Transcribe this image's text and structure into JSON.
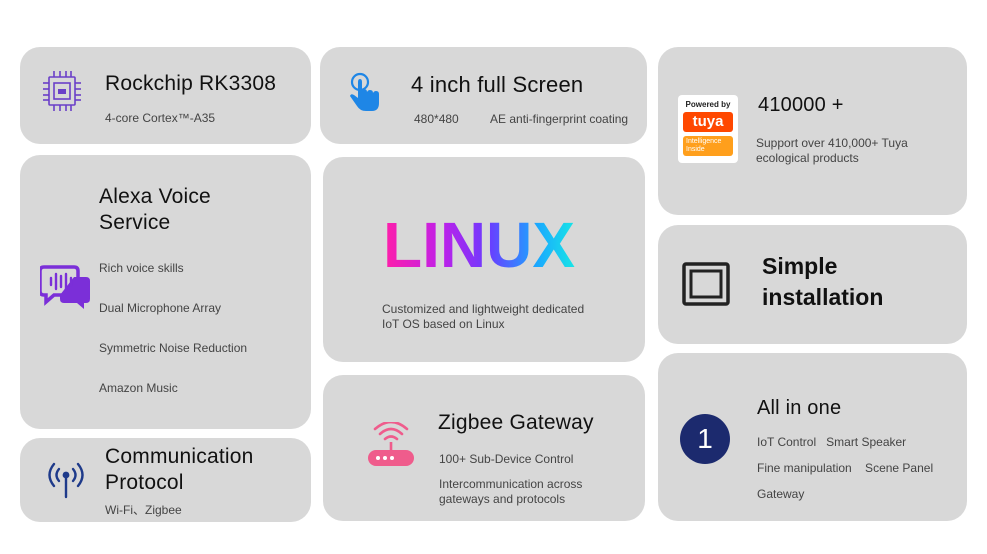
{
  "rockchip": {
    "title": "Rockchip RK3308",
    "subtitle": "4-core Cortex™-A35"
  },
  "screen": {
    "title": "4 inch full Screen",
    "resolution": "480*480",
    "coating": "AE anti-fingerprint coating"
  },
  "tuya": {
    "logo_top": "Powered by",
    "logo_brand": "tuya",
    "logo_bottom_1": "Intelligence",
    "logo_bottom_2": "Inside",
    "count": "410000 +",
    "desc_1": "Support over 410,000+ Tuya",
    "desc_2": "ecological products",
    "brand_color": "#ff4800"
  },
  "alexa": {
    "title_1": "Alexa Voice",
    "title_2": "Service",
    "features": [
      "Rich voice skills",
      "Dual Microphone Array",
      "Symmetric Noise Reduction",
      "Amazon Music"
    ],
    "icon": "voice-chat-icon",
    "icon_color": "#7b2fd8"
  },
  "linux": {
    "logo": "LINUX",
    "desc_1": "Customized and lightweight dedicated",
    "desc_2": "IoT OS based on Linux"
  },
  "install": {
    "title_1": "Simple",
    "title_2": "installation",
    "icon": "wall-panel-icon"
  },
  "comm": {
    "title_1": "Communication",
    "title_2": "Protocol",
    "protocols": "Wi-Fi、Zigbee",
    "icon": "wireless-antenna-icon",
    "icon_color": "#1e3a8a"
  },
  "zigbee": {
    "title": "Zigbee Gateway",
    "line_1": "100+ Sub-Device Control",
    "line_2": "Intercommunication across",
    "line_3": "gateways and protocols",
    "icon": "router-icon",
    "icon_color": "#ef5c8c"
  },
  "allinone": {
    "title": "All in one",
    "badge": "1",
    "items_1": "IoT Control   Smart Speaker",
    "items_2": "Fine manipulation    Scene Panel",
    "items_3": "Gateway",
    "badge_color": "#1c2a6e"
  }
}
